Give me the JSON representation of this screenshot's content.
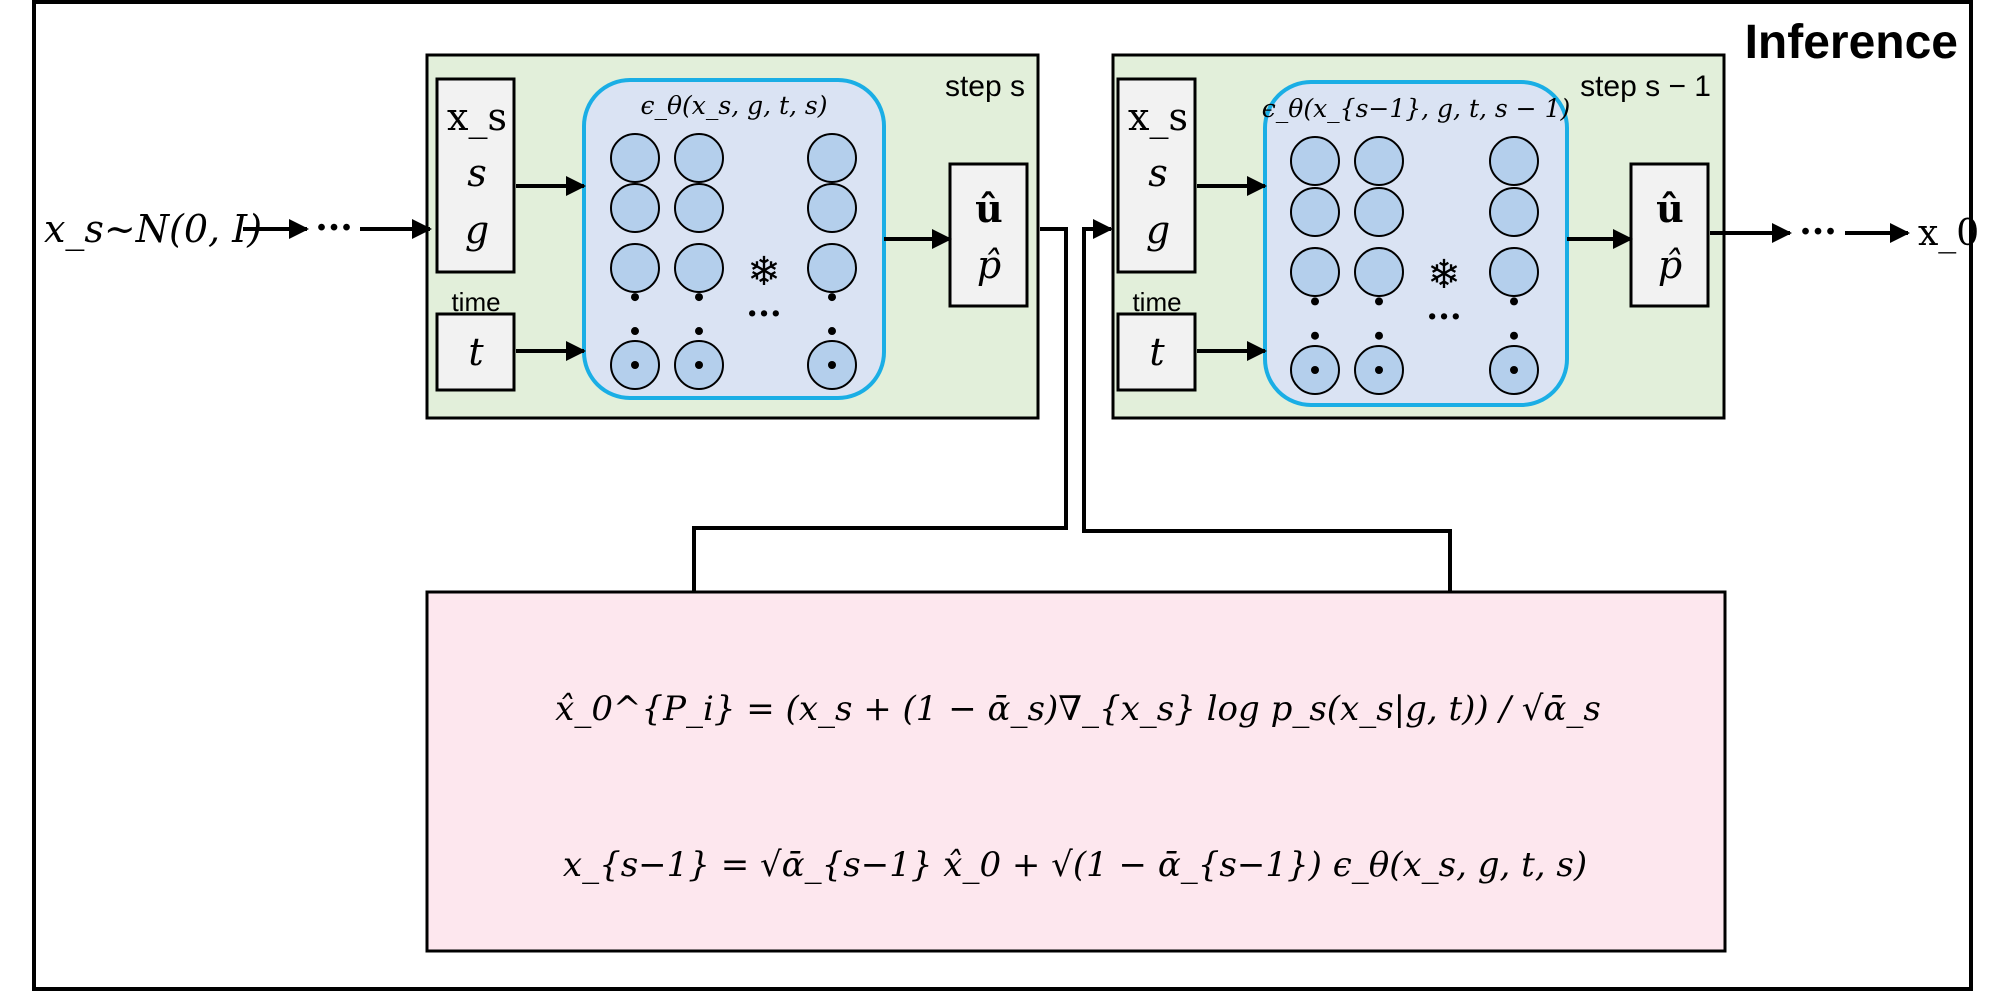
{
  "title": "Inference",
  "input_expr": "x_s∼N(0, I)",
  "output_expr": "x_0",
  "ellipsis": "···",
  "snowflake_icon": "❄",
  "colors": {
    "step_panel": "#e2efda",
    "network_fill": "#dae3f3",
    "network_border": "#1aaee5",
    "neuron_fill": "#b4cfec",
    "formula_panel": "#fde7ee",
    "snowflake": "#1aaee5",
    "box_fill": "#f2f2f2"
  },
  "steps": [
    {
      "label": "step s",
      "inputs": [
        "x_s",
        "s",
        "g"
      ],
      "time_label": "time",
      "time_var": "t",
      "network_label": "ϵ_θ(x_s, g, t, s)",
      "outputs": [
        "û",
        "p̂"
      ]
    },
    {
      "label": "step s − 1",
      "inputs": [
        "x_s",
        "s",
        "g"
      ],
      "time_label": "time",
      "time_var": "t",
      "network_label": "ϵ_θ(x_{s−1}, g, t, s − 1)",
      "outputs": [
        "û",
        "p̂"
      ]
    }
  ],
  "formulas": {
    "x0_hat": "x̂_0^{P_i} = (x_s + (1 − ᾱ_s)∇_{x_s} log p_s(x_s|g, t)) / √ᾱ_s",
    "x_prev": "x_{s−1} = √ᾱ_{s−1} x̂_0 + √(1 − ᾱ_{s−1}) ϵ_θ(x_s, g, t, s)"
  }
}
